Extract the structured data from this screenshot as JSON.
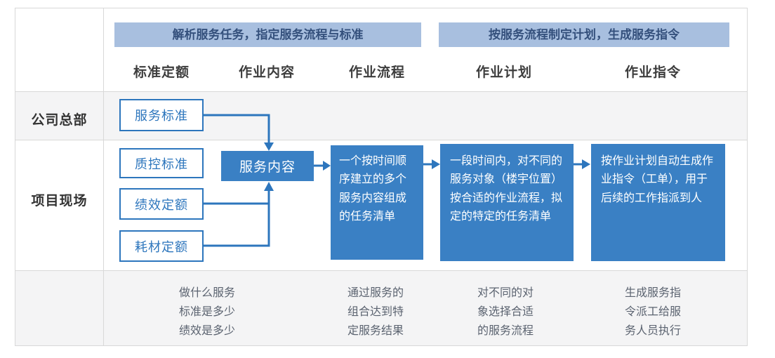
{
  "bands": {
    "band1": "解析服务任务，指定服务流程与标准",
    "band2": "按服务流程制定计划，生成服务指令"
  },
  "columns": [
    "标准定额",
    "作业内容",
    "作业流程",
    "作业计划",
    "作业指令"
  ],
  "row_labels": {
    "hq": "公司总部",
    "site": "项目现场"
  },
  "boxes": {
    "service_standard": "服务标准",
    "qc_standard": "质控标准",
    "performance_quota": "绩效定额",
    "consumable_quota": "耗材定额",
    "service_content": "服务内容",
    "process_desc": "一个按时间顺序建立的多个服务内容组成的任务清单",
    "plan_desc": "一段时间内，对不同的服务对象（楼宇位置）按合适的作业流程，拟定的特定的任务清单",
    "order_desc": "按作业计划自动生成作业指令（工单），用于后续的工作指派到人"
  },
  "footnotes": {
    "quota": "做什么服务\n标准是多少\n绩效是多少",
    "process": "通过服务的\n组合达到特\n定服务结果",
    "plan": "对不同的对\n象选择合适\n的服务流程",
    "order": "生成服务指\n令派工给服\n务人员执行"
  },
  "colors": {
    "accent_blue": "#2d76bd",
    "fill_blue": "#3a80c4",
    "band_bg": "#a8bfdf",
    "band_text": "#34507c",
    "row_gray": "#f4f4f5",
    "grid_line": "#d8d8d8",
    "heading_text": "#3d3d3d",
    "footnote_text": "#5b6370"
  }
}
